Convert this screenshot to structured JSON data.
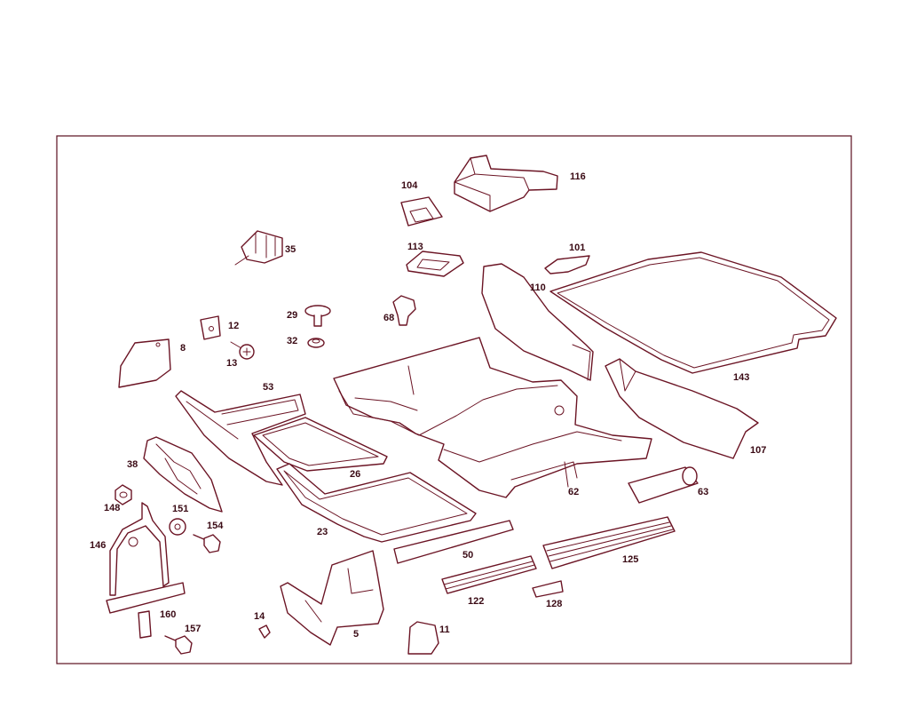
{
  "colors": {
    "line": "#6b1424",
    "frame": "#5a0f1f",
    "text": "#3a0a14",
    "background": "#ffffff"
  },
  "callouts": {
    "c116": "116",
    "c104": "104",
    "c35": "35",
    "c113": "113",
    "c101": "101",
    "c110": "110",
    "c29": "29",
    "c68": "68",
    "c12": "12",
    "c32": "32",
    "c8": "8",
    "c13": "13",
    "c53": "53",
    "c143": "143",
    "c107": "107",
    "c38": "38",
    "c26": "26",
    "c62": "62",
    "c63": "63",
    "c148": "148",
    "c151": "151",
    "c154": "154",
    "c146": "146",
    "c23": "23",
    "c50": "50",
    "c125": "125",
    "c122": "122",
    "c128": "128",
    "c160": "160",
    "c14": "14",
    "c157": "157",
    "c5": "5",
    "c11": "11"
  }
}
